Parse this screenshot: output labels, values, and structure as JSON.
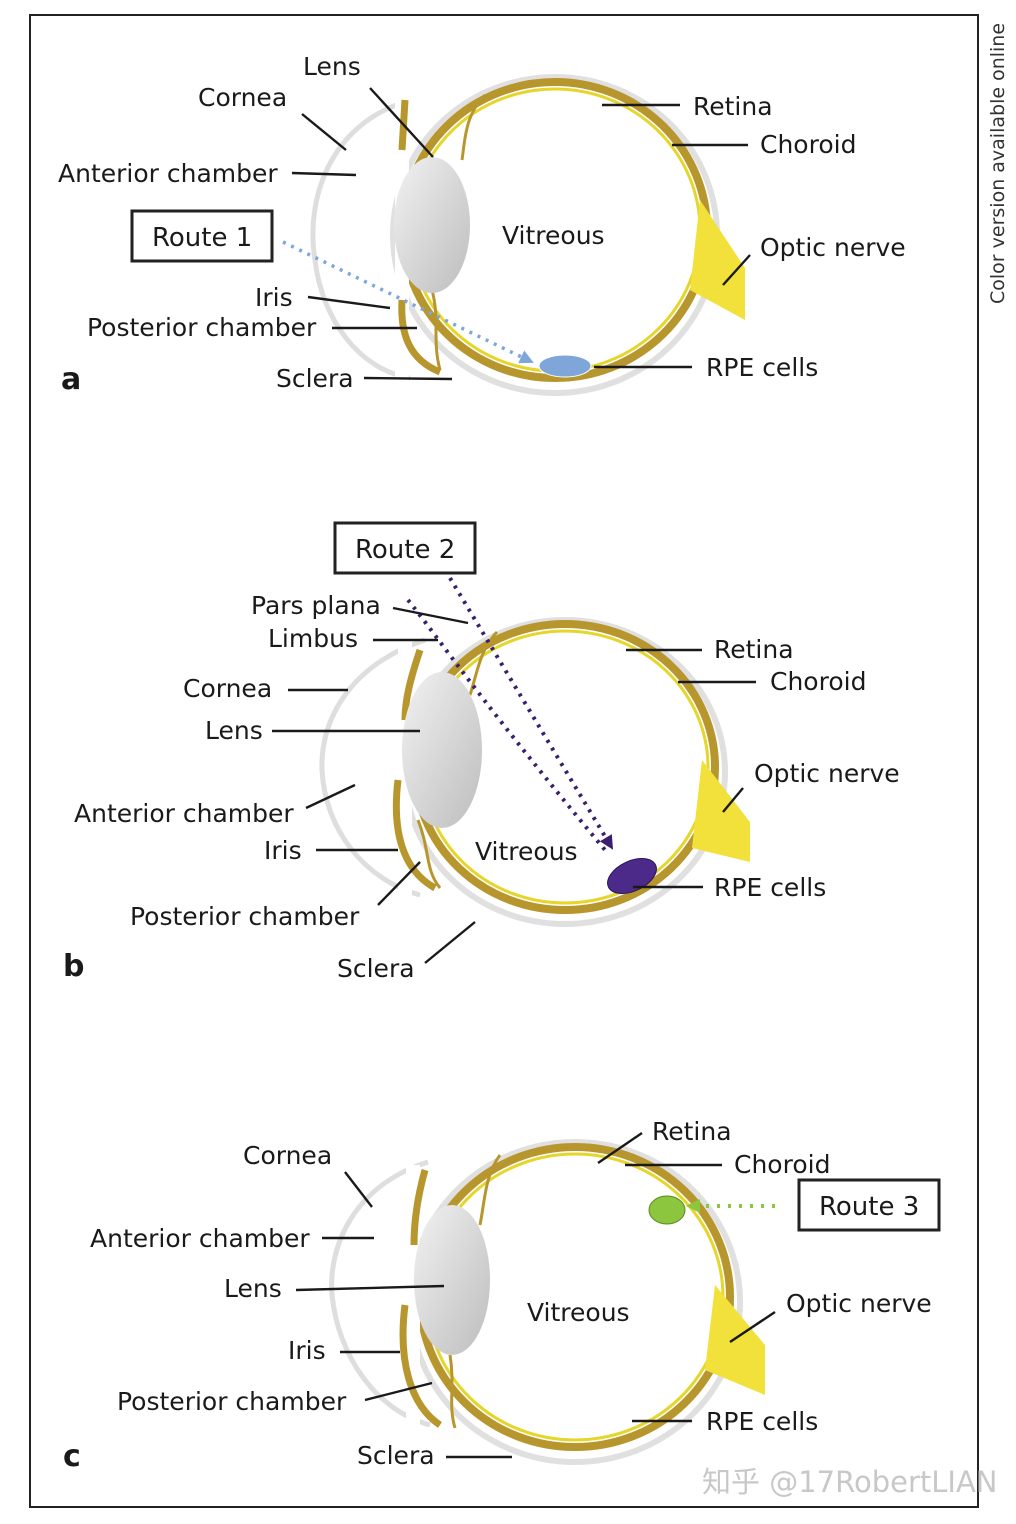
{
  "side_note": "Color version available online",
  "watermark": "知乎 @17RobertLIAN",
  "colors": {
    "choroid": "#b8962e",
    "retina": "#e6d52a",
    "optic_nerve": "#f2e13a",
    "sclera": "#dcdcdc",
    "lens": "#d9d9d9",
    "route1": "#7ea6d9",
    "route2": "#3b1f6e",
    "route3": "#8cc63f"
  },
  "panels": {
    "a": {
      "letter": "a",
      "route": "Route 1",
      "labels": {
        "lens": "Lens",
        "cornea": "Cornea",
        "anterior_chamber": "Anterior chamber",
        "iris": "Iris",
        "posterior_chamber": "Posterior chamber",
        "sclera": "Sclera",
        "retina": "Retina",
        "choroid": "Choroid",
        "vitreous": "Vitreous",
        "optic_nerve": "Optic nerve",
        "rpe_cells": "RPE cells"
      }
    },
    "b": {
      "letter": "b",
      "route": "Route 2",
      "labels": {
        "pars_plana": "Pars plana",
        "limbus": "Limbus",
        "cornea": "Cornea",
        "lens": "Lens",
        "anterior_chamber": "Anterior chamber",
        "iris": "Iris",
        "posterior_chamber": "Posterior chamber",
        "sclera": "Sclera",
        "retina": "Retina",
        "choroid": "Choroid",
        "optic_nerve": "Optic nerve",
        "vitreous": "Vitreous",
        "rpe_cells": "RPE cells"
      }
    },
    "c": {
      "letter": "c",
      "route": "Route 3",
      "labels": {
        "cornea": "Cornea",
        "anterior_chamber": "Anterior chamber",
        "lens": "Lens",
        "iris": "Iris",
        "posterior_chamber": "Posterior chamber",
        "sclera": "Sclera",
        "retina": "Retina",
        "choroid": "Choroid",
        "vitreous": "Vitreous",
        "optic_nerve": "Optic nerve",
        "rpe_cells": "RPE cells"
      }
    }
  }
}
